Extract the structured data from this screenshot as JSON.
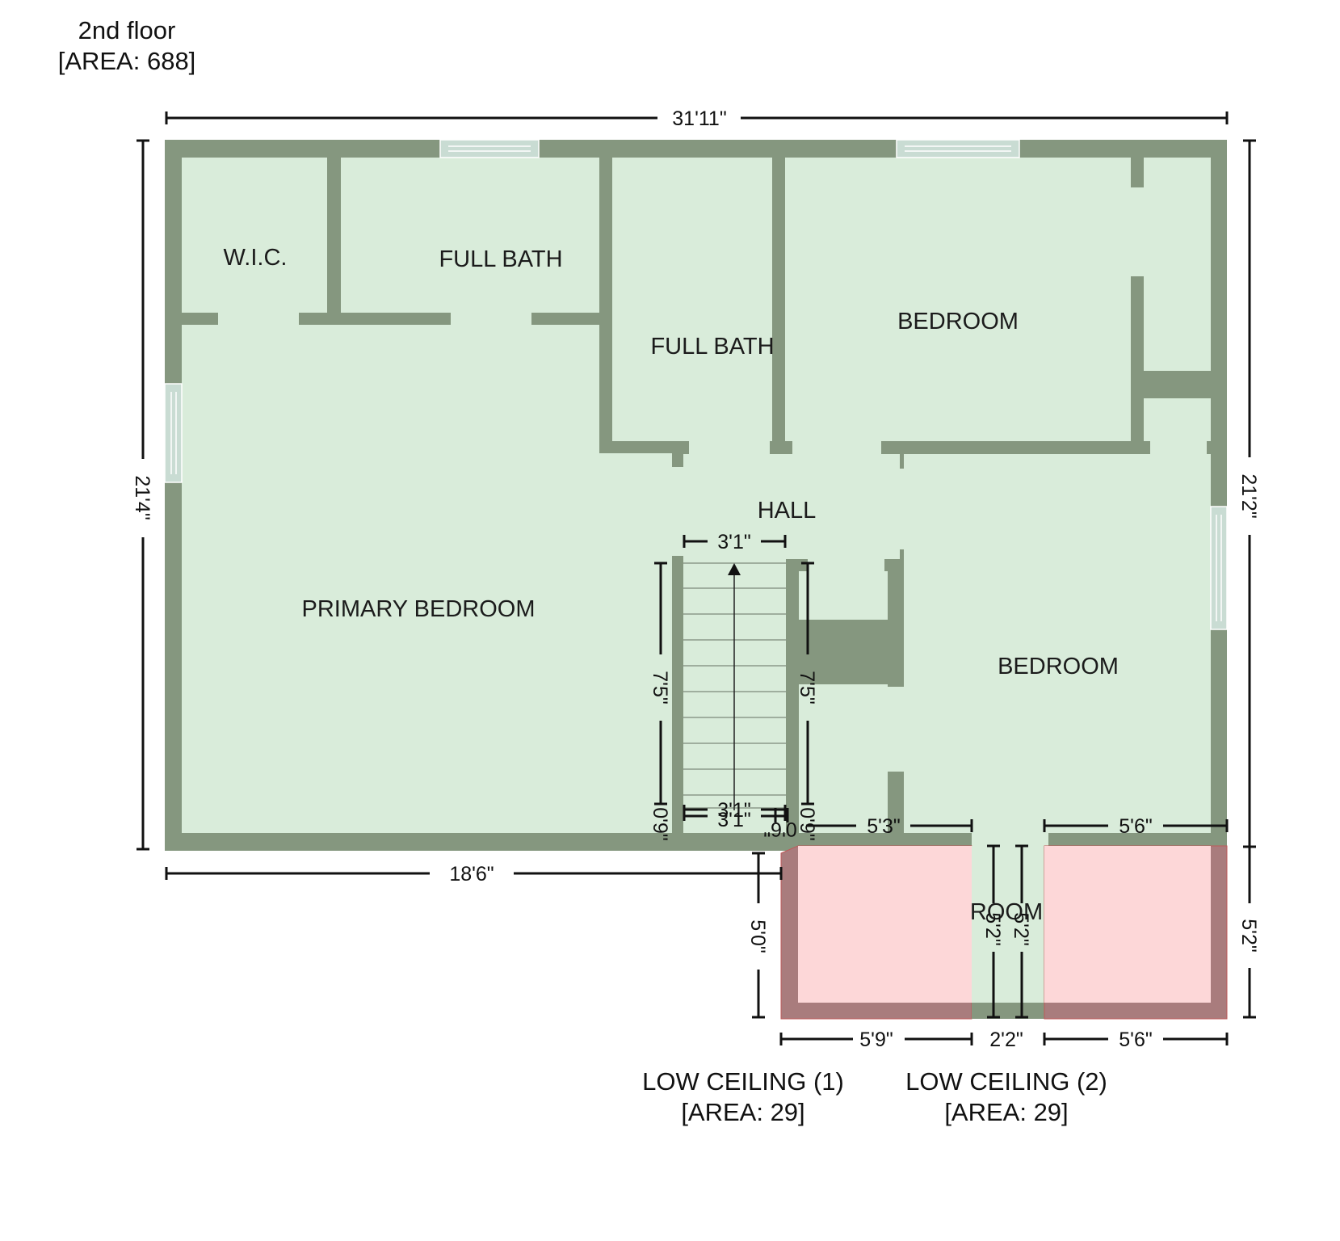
{
  "header": {
    "title": "2nd floor",
    "area": "[AREA: 688]"
  },
  "rooms": {
    "wic": "W.I.C.",
    "full_bath_1": "FULL BATH",
    "full_bath_2": "FULL BATH",
    "bedroom_1": "BEDROOM",
    "bedroom_2": "BEDROOM",
    "primary_bedroom": "PRIMARY BEDROOM",
    "hall": "HALL",
    "room": "ROOM"
  },
  "low_ceilings": [
    {
      "label": "LOW CEILING (1)",
      "area": "[AREA: 29]"
    },
    {
      "label": "LOW CEILING (2)",
      "area": "[AREA: 29]"
    }
  ],
  "dimensions": {
    "top_width": "31'11\"",
    "left_height": "21'4\"",
    "right_height": "21'2\"",
    "bottom_left": "18'6\"",
    "stair_width_top": "3'1\"",
    "stair_width_bottom_a": "3'1\"",
    "stair_width_bottom_b": "3'1\"",
    "stair_length_left": "7'5\"",
    "stair_length_right": "7'5\"",
    "small_left": "0'9\"",
    "small_right": "0'9\"",
    "small_mid": "0'6\"",
    "hall_bottom_left": "5'3\"",
    "hall_bottom_right": "5'6\"",
    "lower_left_height": "5'0\"",
    "lower_right_height": "5'2\"",
    "inner_a": "5'2\"",
    "inner_b": "5'2\"",
    "bottom_seg_1": "5'9\"",
    "bottom_seg_2": "2'2\"",
    "bottom_seg_3": "5'6\""
  },
  "colors": {
    "wall": "#85977f",
    "floor": "#d9ecda",
    "low_ceiling_fill": "#fdd7d8",
    "low_ceiling_wall": "#a97c7d",
    "window": "#c9dcd3"
  }
}
